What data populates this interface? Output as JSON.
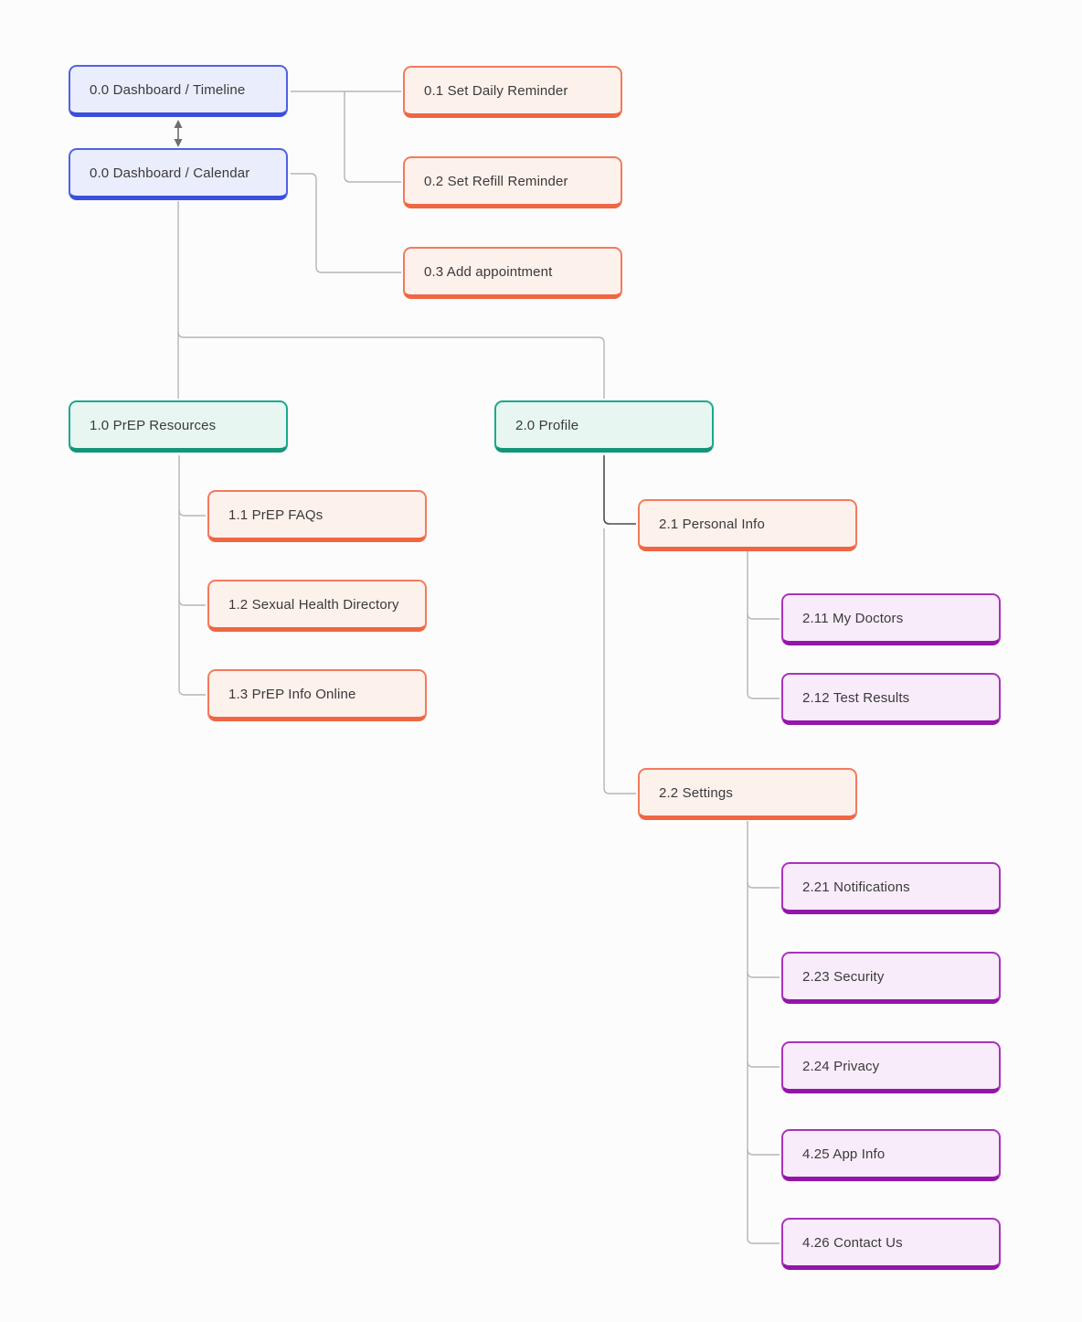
{
  "nodes": [
    {
      "id": "dashboard-timeline",
      "label": "0.0 Dashboard / Timeline",
      "category": "blue"
    },
    {
      "id": "dashboard-calendar",
      "label": "0.0 Dashboard / Calendar",
      "category": "blue"
    },
    {
      "id": "set-daily-reminder",
      "label": "0.1 Set Daily Reminder",
      "category": "orange"
    },
    {
      "id": "set-refill-reminder",
      "label": "0.2 Set Refill Reminder",
      "category": "orange"
    },
    {
      "id": "add-appointment",
      "label": "0.3 Add appointment",
      "category": "orange"
    },
    {
      "id": "prep-resources",
      "label": "1.0 PrEP Resources",
      "category": "teal"
    },
    {
      "id": "prep-faqs",
      "label": "1.1 PrEP FAQs",
      "category": "orange"
    },
    {
      "id": "sexual-health-directory",
      "label": "1.2 Sexual Health Directory",
      "category": "orange"
    },
    {
      "id": "prep-info-online",
      "label": "1.3 PrEP Info Online",
      "category": "orange"
    },
    {
      "id": "profile",
      "label": "2.0 Profile",
      "category": "teal"
    },
    {
      "id": "personal-info",
      "label": "2.1 Personal Info",
      "category": "orange"
    },
    {
      "id": "my-doctors",
      "label": "2.11 My Doctors",
      "category": "purple"
    },
    {
      "id": "test-results",
      "label": "2.12 Test Results",
      "category": "purple"
    },
    {
      "id": "settings",
      "label": "2.2 Settings",
      "category": "orange"
    },
    {
      "id": "notifications",
      "label": "2.21 Notifications",
      "category": "purple"
    },
    {
      "id": "security",
      "label": "2.23 Security",
      "category": "purple"
    },
    {
      "id": "privacy",
      "label": "2.24 Privacy",
      "category": "purple"
    },
    {
      "id": "app-info",
      "label": "4.25 App Info",
      "category": "purple"
    },
    {
      "id": "contact-us",
      "label": "4.26 Contact Us",
      "category": "purple"
    }
  ],
  "edges": [
    {
      "from": "dashboard-timeline",
      "to": "dashboard-calendar",
      "style": "double-arrow"
    },
    {
      "from": "dashboard-timeline",
      "to": "set-daily-reminder"
    },
    {
      "from": "dashboard-timeline",
      "to": "set-refill-reminder"
    },
    {
      "from": "dashboard-calendar",
      "to": "add-appointment"
    },
    {
      "from": "dashboard-calendar",
      "to": "prep-resources"
    },
    {
      "from": "dashboard-calendar",
      "to": "profile"
    },
    {
      "from": "prep-resources",
      "to": "prep-faqs"
    },
    {
      "from": "prep-resources",
      "to": "sexual-health-directory"
    },
    {
      "from": "prep-resources",
      "to": "prep-info-online"
    },
    {
      "from": "profile",
      "to": "personal-info"
    },
    {
      "from": "profile",
      "to": "settings"
    },
    {
      "from": "personal-info",
      "to": "my-doctors"
    },
    {
      "from": "personal-info",
      "to": "test-results"
    },
    {
      "from": "settings",
      "to": "notifications"
    },
    {
      "from": "settings",
      "to": "security"
    },
    {
      "from": "settings",
      "to": "privacy"
    },
    {
      "from": "settings",
      "to": "app-info"
    },
    {
      "from": "settings",
      "to": "contact-us"
    }
  ],
  "colors": {
    "blue_border": "#4f62e4",
    "blue_fill": "#eaedfb",
    "orange_border": "#f27a5e",
    "orange_fill": "#fdf1ec",
    "teal_border": "#1aa98d",
    "teal_fill": "#e8f6f1",
    "purple_border": "#a833bb",
    "purple_fill": "#f8ecfa",
    "edge_line": "#b5b5b5",
    "edge_line_dark": "#4d4d4d",
    "arrow": "#6e6e6e",
    "text": "#3a3a3a",
    "background": "#fcfcfc"
  }
}
